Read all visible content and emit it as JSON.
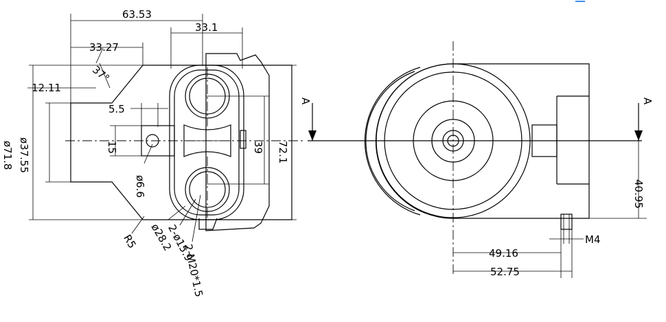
{
  "dimensions": {
    "d63_53": "63.53",
    "d33_1": "33.1",
    "d33_27": "33.27",
    "angle37": "37°",
    "d12_11": "12.11",
    "d5_5": "5.5",
    "dia37_55": "ø37.55",
    "dia71_8": "ø71.8",
    "d15": "15",
    "dia6_6": "ø6.6",
    "d39": "39",
    "d72_1": "72.1",
    "r5": "R5",
    "dia28_2": "ø28.2",
    "dia15_9": "2-ø15.9",
    "m20": "2-M20*1.5",
    "section_left": "A",
    "section_right": "A",
    "d40_95": "40.95",
    "d49_16": "49.16",
    "d52_75": "52.75",
    "m4": "M4"
  },
  "colors": {
    "line": "#000000",
    "accent": "#3d8fe6"
  }
}
